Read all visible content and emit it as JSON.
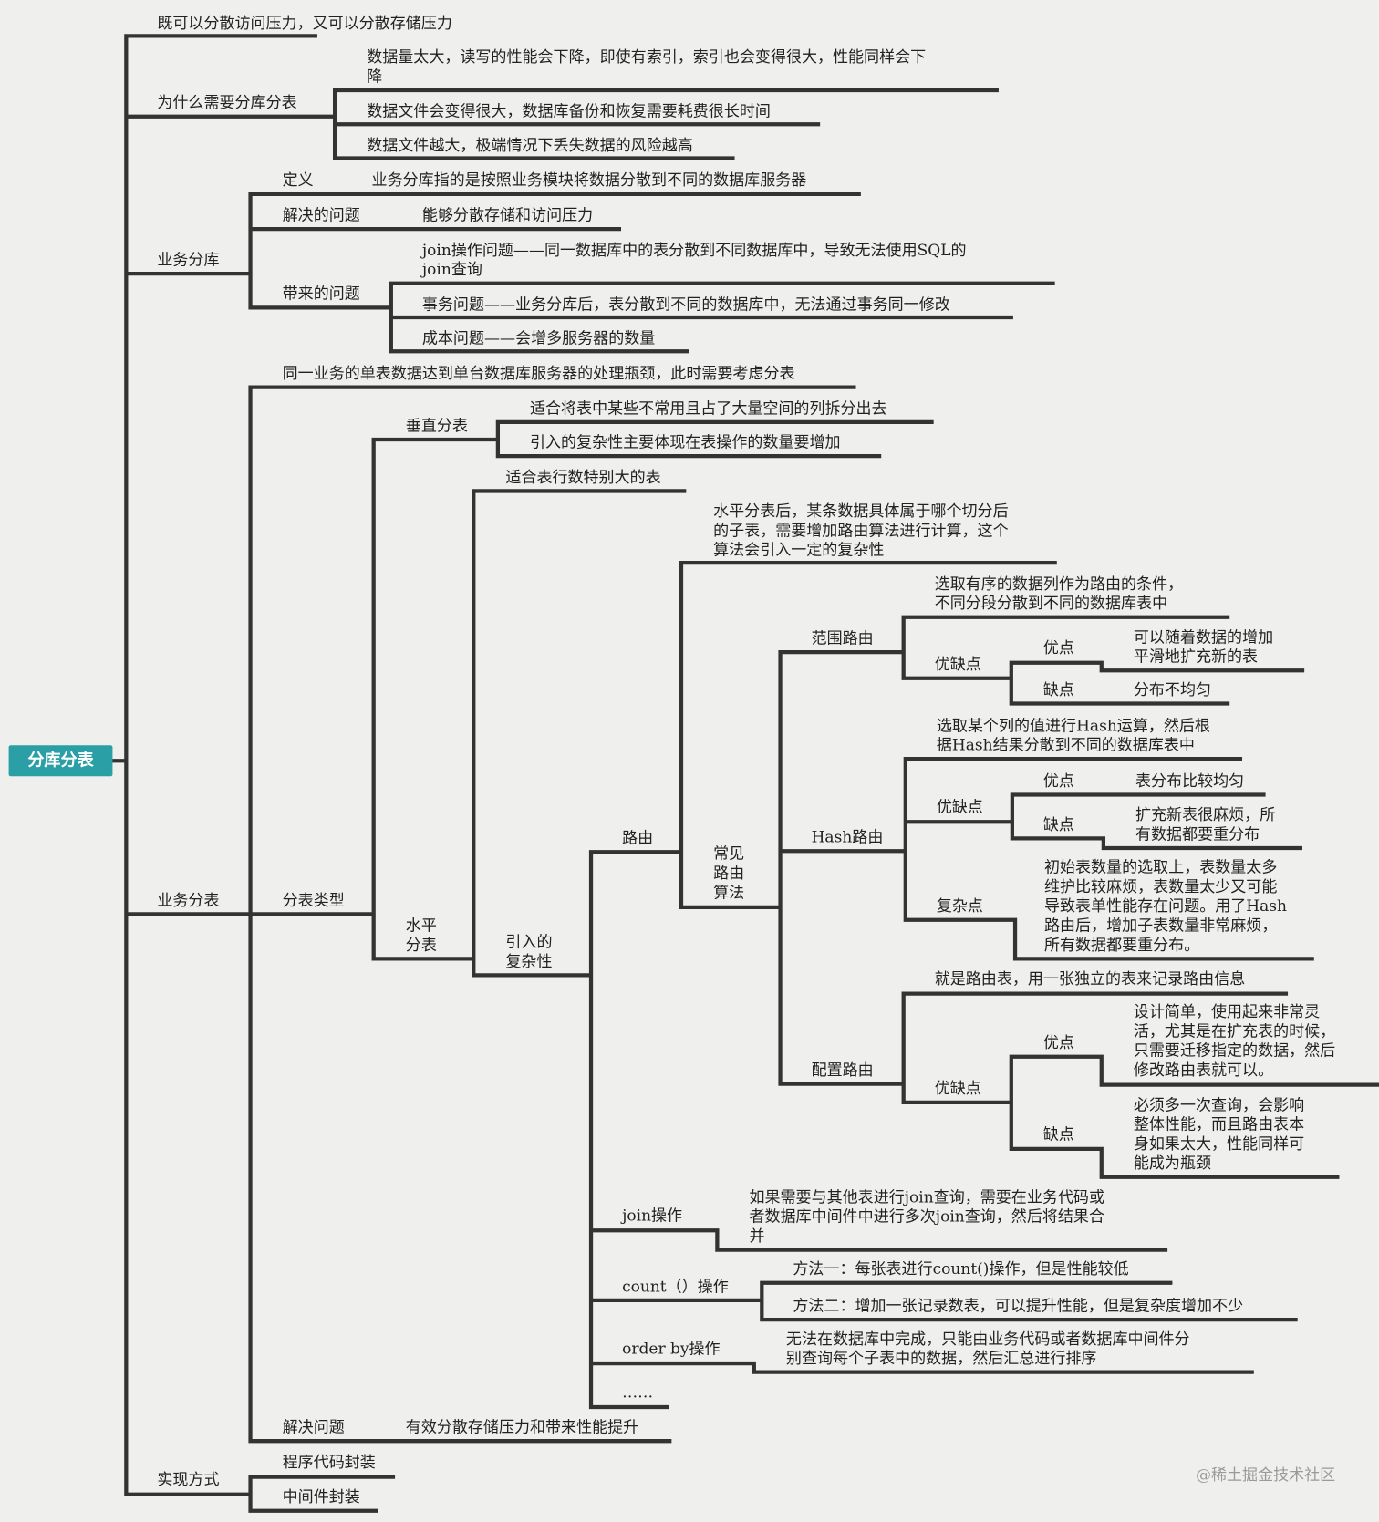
{
  "root": {
    "label": "分库分表",
    "color": "#2a9fa6"
  },
  "line_color": "#333333",
  "benefit": "既可以分散访问压力，又可以分散存储压力",
  "why": {
    "label": "为什么需要分库分表",
    "reasons": [
      "数据量太大，读写的性能会下降，即使有索引，索引也会变得很大，性能同样会下\n降",
      "数据文件会变得很大，数据库备份和恢复需要耗费很长时间",
      "数据文件越大，极端情况下丢失数据的风险越高"
    ]
  },
  "db_split": {
    "label": "业务分库",
    "definition": {
      "label": "定义",
      "text": "业务分库指的是按照业务模块将数据分散到不同的数据库服务器"
    },
    "solves": {
      "label": "解决的问题",
      "text": "能够分散存储和访问压力"
    },
    "problems": {
      "label": "带来的问题",
      "items": [
        "join操作问题——同一数据库中的表分散到不同数据库中，导致无法使用SQL的\njoin查询",
        "事务问题——业务分库后，表分散到不同的数据库中，无法通过事务同一修改",
        "成本问题——会增多服务器的数量"
      ]
    }
  },
  "table_split": {
    "label": "业务分表",
    "when": "同一业务的单表数据达到单台数据库服务器的处理瓶颈，此时需要考虑分表",
    "types": {
      "label": "分表类型",
      "vertical": {
        "label": "垂直分表",
        "items": [
          "适合将表中某些不常用且占了大量空间的列拆分出去",
          "引入的复杂性主要体现在表操作的数量要增加"
        ]
      },
      "horizontal": {
        "label": "水平\n分表",
        "fit": "适合表行数特别大的表",
        "complexity": {
          "label": "引入的\n复杂性",
          "routing": {
            "label": "路由",
            "desc": "水平分表后，某条数据具体属于哪个切分后\n的子表，需要增加路由算法进行计算，这个\n算法会引入一定的复杂性",
            "algorithms": {
              "label": "常见\n路由\n算法",
              "range": {
                "label": "范围路由",
                "desc": "选取有序的数据列作为路由的条件，\n不同分段分散到不同的数据库表中",
                "pros_cons": {
                  "label": "优缺点",
                  "pro_label": "优点",
                  "pro": "可以随着数据的增加\n平滑地扩充新的表",
                  "con_label": "缺点",
                  "con": "分布不均匀"
                }
              },
              "hash": {
                "label": "Hash路由",
                "desc": "选取某个列的值进行Hash运算，然后根\n据Hash结果分散到不同的数据库表中",
                "pros_cons": {
                  "label": "优缺点",
                  "pro_label": "优点",
                  "pro": "表分布比较均匀",
                  "con_label": "缺点",
                  "con": "扩充新表很麻烦，所\n有数据都要重分布"
                },
                "complex": {
                  "label": "复杂点",
                  "text": "初始表数量的选取上，表数量太多\n维护比较麻烦，表数量太少又可能\n导致表单性能存在问题。用了Hash\n路由后，增加子表数量非常麻烦，\n所有数据都要重分布。"
                }
              },
              "config": {
                "label": "配置路由",
                "desc": "就是路由表，用一张独立的表来记录路由信息",
                "pros_cons": {
                  "label": "优缺点",
                  "pro_label": "优点",
                  "pro": "设计简单，使用起来非常灵\n活，尤其是在扩充表的时候，\n只需要迁移指定的数据，然后\n修改路由表就可以。",
                  "con_label": "缺点",
                  "con": "必须多一次查询，会影响\n整体性能，而且路由表本\n身如果太大，性能同样可\n能成为瓶颈"
                }
              }
            }
          },
          "join": {
            "label": "join操作",
            "text": "如果需要与其他表进行join查询，需要在业务代码或\n者数据库中间件中进行多次join查询，然后将结果合\n并"
          },
          "count": {
            "label": "count（）操作",
            "methods": [
              "方法一：每张表进行count()操作，但是性能较低",
              "方法二：增加一张记录数表，可以提升性能，但是复杂度增加不少"
            ]
          },
          "order_by": {
            "label": "order by操作",
            "text": "无法在数据库中完成，只能由业务代码或者数据库中间件分\n别查询每个子表中的数据，然后汇总进行排序"
          },
          "more": "……"
        }
      }
    },
    "solves": {
      "label": "解决问题",
      "text": "有效分散存储压力和带来性能提升"
    }
  },
  "implementation": {
    "label": "实现方式",
    "items": [
      "程序代码封装",
      "中间件封装"
    ]
  },
  "watermark": "@稀土掘金技术社区"
}
